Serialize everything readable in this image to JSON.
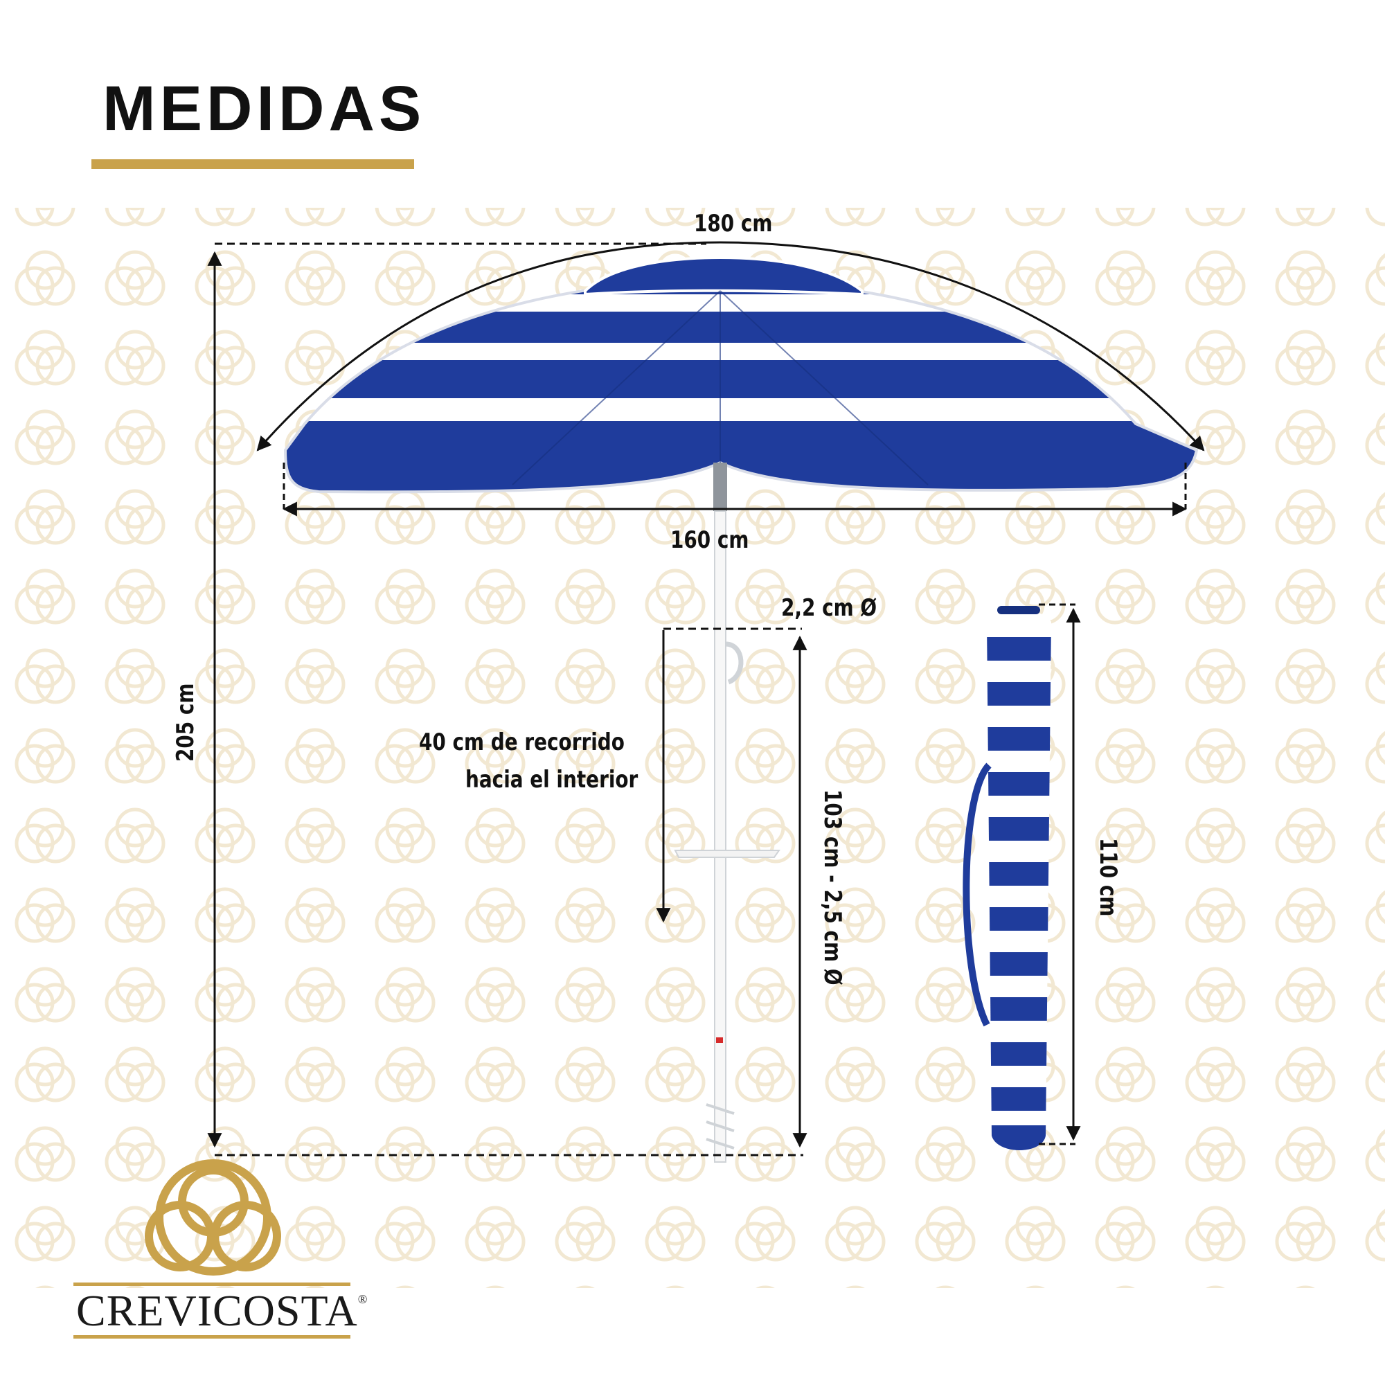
{
  "page": {
    "title": "MEDIDAS"
  },
  "colors": {
    "accent": "#c9a24b",
    "stripe_blue": "#1f3c9c",
    "stripe_white": "#ffffff",
    "ink": "#111111"
  },
  "dimensions": {
    "canopy_arc": "180 cm",
    "canopy_width": "160 cm",
    "total_height": "205 cm",
    "top_pole_diameter": "2,2 cm Ø",
    "travel_line1": "40 cm de recorrido",
    "travel_line2": "hacia el interior",
    "lower_pole": "103 cm - 2,5 cm Ø",
    "bag_length": "110 cm"
  },
  "brand": {
    "name": "CREVICOSTA",
    "mark": "®",
    "logo_icon": "three-rings-logo-icon"
  }
}
